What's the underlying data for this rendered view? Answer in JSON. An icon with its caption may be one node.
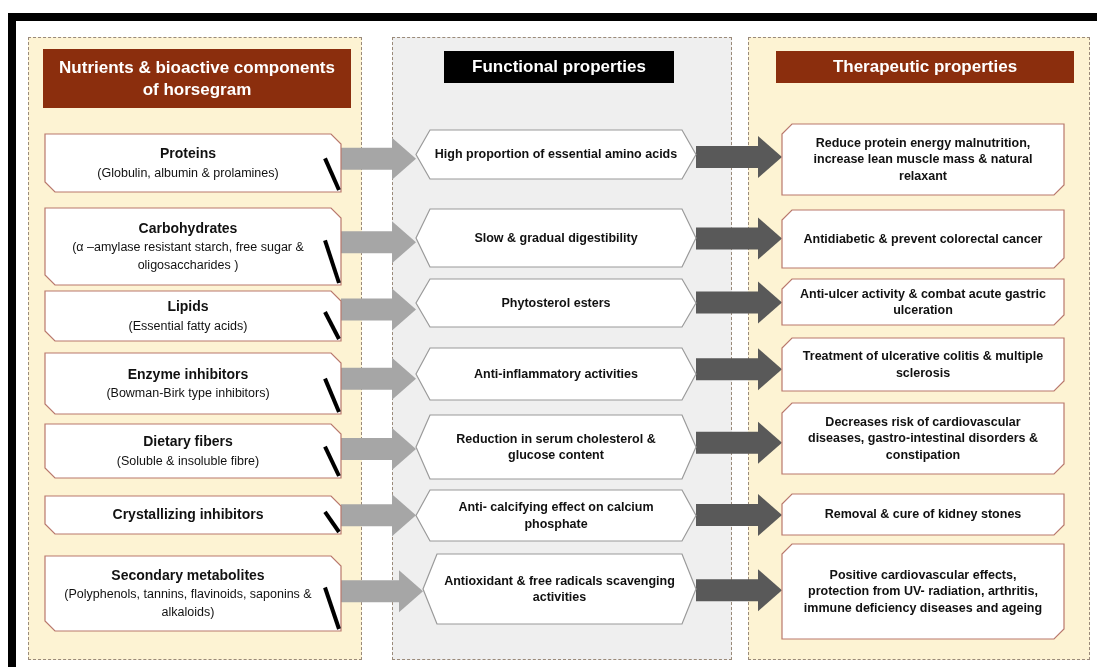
{
  "diagram": {
    "nodes": [
      {
        "text": [
          "Nutrients & bioactive components of horsegram"
        ]
      },
      {
        "text": [
          "Proteins",
          "(Globulin, albumin & prolamines)"
        ],
        "in": 0
      },
      {
        "text": [
          "Carbohydrates",
          "(α –amylase resistant starch, free sugar & oligosaccharides )"
        ],
        "in": 0
      },
      {
        "text": [
          "Lipids",
          "(Essential fatty acids)"
        ],
        "in": 0
      },
      {
        "text": [
          "Enzyme inhibitors",
          "(Bowman-Birk type inhibitors)"
        ],
        "in": 0
      },
      {
        "text": [
          "Dietary fibers",
          "(Soluble & insoluble fibre)"
        ],
        "in": 0
      },
      {
        "text": [
          "Crystallizing inhibitors"
        ],
        "in": 0
      },
      {
        "text": [
          "Secondary metabolites",
          "(Polyphenols, tannins, flavinoids, saponins & alkaloids)"
        ],
        "in": 0
      },
      {
        "text": [
          "Functional properties"
        ]
      },
      {
        "text": [
          "High proportion of essential amino acids"
        ],
        "in": 8
      },
      {
        "text": [
          "Slow & gradual digestibility"
        ],
        "in": 8
      },
      {
        "text": [
          "Phytosterol esters"
        ],
        "in": 8
      },
      {
        "text": [
          "Anti-inflammatory activities"
        ],
        "in": 8
      },
      {
        "text": [
          "Reduction in serum cholesterol & glucose content"
        ],
        "in": 8
      },
      {
        "text": [
          "Anti- calcifying effect on calcium phosphate"
        ],
        "in": 8
      },
      {
        "text": [
          "Antioxidant & free radicals scavenging activities"
        ],
        "in": 8
      },
      {
        "text": [
          "Therapeutic properties"
        ]
      },
      {
        "text": [
          "Reduce protein energy malnutrition, increase lean muscle mass & natural relaxant"
        ],
        "in": 16
      },
      {
        "text": [
          "Antidiabetic & prevent colorectal cancer"
        ],
        "in": 16
      },
      {
        "text": [
          "Anti-ulcer activity & combat acute gastric ulceration"
        ],
        "in": 16
      },
      {
        "text": [
          "Treatment of ulcerative colitis & multiple sclerosis"
        ],
        "in": 16
      },
      {
        "text": [
          "Decreases risk of cardiovascular diseases, gastro-intestinal disorders & constipation"
        ],
        "in": 16
      },
      {
        "text": [
          "Removal & cure of kidney stones"
        ],
        "in": 16
      },
      {
        "text": [
          "Positive cardiovascular effects, protection from UV- radiation, arthritis, immune deficiency diseases and ageing"
        ],
        "in": 16
      }
    ],
    "edges": [
      {
        "from": 1,
        "to": 9,
        "arrow": "to",
        "color": "#a6a6a6"
      },
      {
        "from": 2,
        "to": 10,
        "arrow": "to",
        "color": "#a6a6a6"
      },
      {
        "from": 3,
        "to": 11,
        "arrow": "to",
        "color": "#a6a6a6"
      },
      {
        "from": 4,
        "to": 12,
        "arrow": "to",
        "color": "#a6a6a6"
      },
      {
        "from": 5,
        "to": 13,
        "arrow": "to",
        "color": "#a6a6a6"
      },
      {
        "from": 6,
        "to": 14,
        "arrow": "to",
        "color": "#a6a6a6"
      },
      {
        "from": 7,
        "to": 15,
        "arrow": "to",
        "color": "#a6a6a6"
      },
      {
        "from": 9,
        "to": 17,
        "arrow": "to",
        "color": "#595959"
      },
      {
        "from": 10,
        "to": 18,
        "arrow": "to",
        "color": "#595959"
      },
      {
        "from": 11,
        "to": 19,
        "arrow": "to",
        "color": "#595959"
      },
      {
        "from": 12,
        "to": 20,
        "arrow": "to",
        "color": "#595959"
      },
      {
        "from": 13,
        "to": 21,
        "arrow": "to",
        "color": "#595959"
      },
      {
        "from": 14,
        "to": 22,
        "arrow": "to",
        "color": "#595959"
      },
      {
        "from": 15,
        "to": 23,
        "arrow": "to",
        "color": "#595959"
      }
    ]
  }
}
